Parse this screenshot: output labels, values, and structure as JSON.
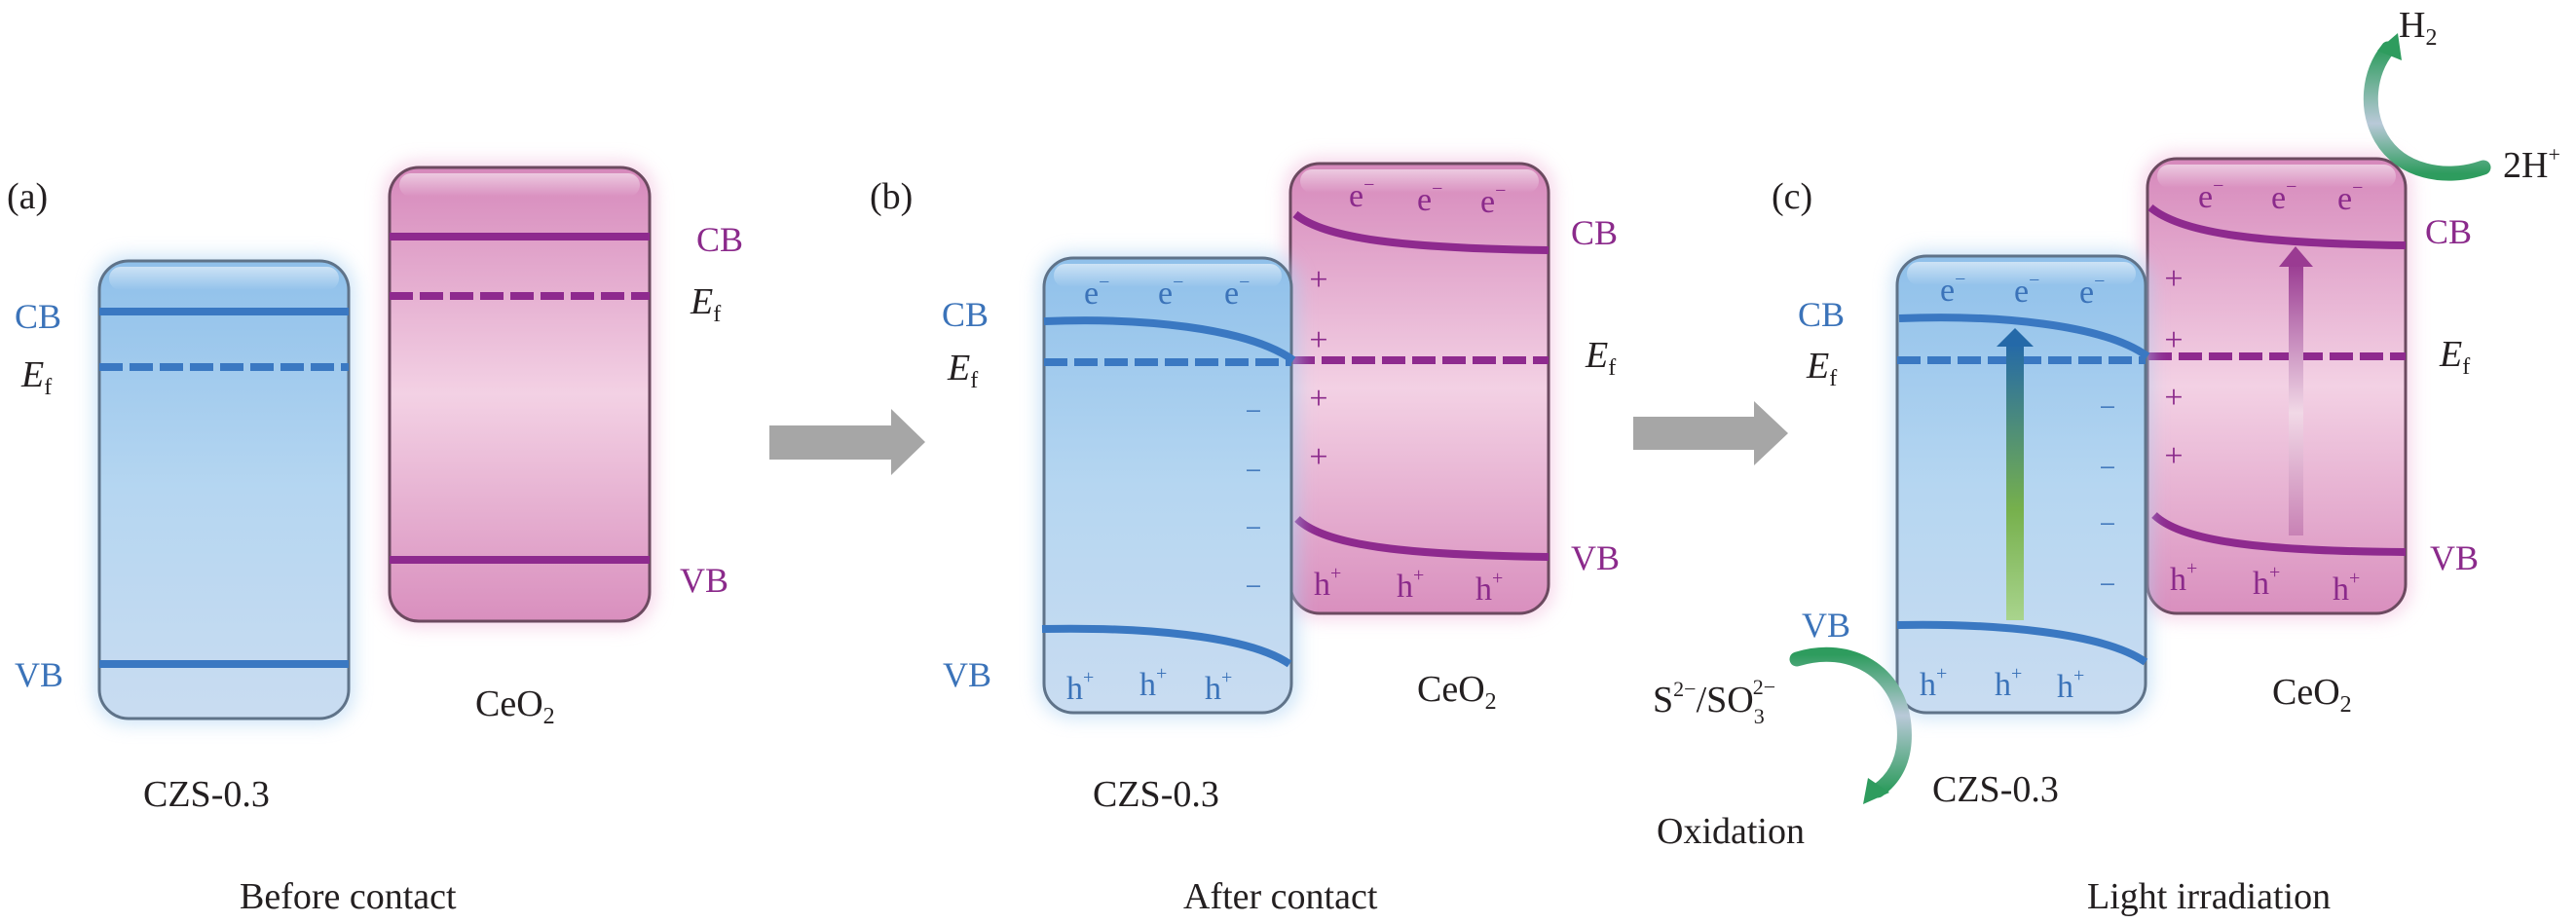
{
  "colors": {
    "czs_band": "#3a78c2",
    "ceo2_band": "#8e2a8e",
    "czs_fill_top": "#9cc8ec",
    "czs_fill_bottom": "#c7dcf2",
    "ceo2_fill_top": "#d98cbd",
    "ceo2_fill_mid": "#f2d0e3",
    "transition_arrow": "#a6a6a6",
    "reaction_arrow": "#2e9c5e"
  },
  "panels": [
    {
      "id": "a",
      "label": "(a)",
      "caption": "Before contact",
      "czs": {
        "name": "CZS-0.3",
        "cb": "CB",
        "ef_main": "E",
        "ef_sub": "f",
        "vb": "VB"
      },
      "ceo2": {
        "name_main": "CeO",
        "name_sub": "2",
        "cb": "CB",
        "ef_main": "E",
        "ef_sub": "f",
        "vb": "VB"
      }
    },
    {
      "id": "b",
      "label": "(b)",
      "caption": "After contact",
      "czs": {
        "name": "CZS-0.3",
        "cb": "CB",
        "ef_main": "E",
        "ef_sub": "f",
        "vb": "VB",
        "electrons": [
          "e",
          "e",
          "e"
        ],
        "electron_sup": "−",
        "holes": [
          "h",
          "h",
          "h"
        ],
        "hole_sup": "+",
        "interface_charges": [
          "−",
          "−",
          "−",
          "−"
        ]
      },
      "ceo2": {
        "name_main": "CeO",
        "name_sub": "2",
        "cb": "CB",
        "ef_main": "E",
        "ef_sub": "f",
        "vb": "VB",
        "electrons": [
          "e",
          "e",
          "e"
        ],
        "electron_sup": "−",
        "holes": [
          "h",
          "h",
          "h"
        ],
        "hole_sup": "+",
        "interface_charges": [
          "+",
          "+",
          "+",
          "+"
        ]
      }
    },
    {
      "id": "c",
      "label": "(c)",
      "caption": "Light irradiation",
      "czs": {
        "name": "CZS-0.3",
        "cb": "CB",
        "ef_main": "E",
        "ef_sub": "f",
        "vb": "VB",
        "electrons": [
          "e",
          "e",
          "e"
        ],
        "electron_sup": "−",
        "holes": [
          "h",
          "h",
          "h"
        ],
        "hole_sup": "+",
        "interface_charges": [
          "−",
          "−",
          "−",
          "−"
        ]
      },
      "ceo2": {
        "name_main": "CeO",
        "name_sub": "2",
        "cb": "CB",
        "ef_main": "E",
        "ef_sub": "f",
        "vb": "VB",
        "electrons": [
          "e",
          "e",
          "e"
        ],
        "electron_sup": "−",
        "holes": [
          "h",
          "h",
          "h"
        ],
        "hole_sup": "+",
        "interface_charges": [
          "+",
          "+",
          "+",
          "+"
        ]
      },
      "reduction": {
        "product_main": "H",
        "product_sub": "2",
        "reactant_main": "2H",
        "reactant_sup": "+"
      },
      "oxidation": {
        "reactant_s": "S",
        "reactant_s_sup": "2−",
        "slash": "/",
        "reactant_so": "SO",
        "reactant_so_sub": "3",
        "reactant_so_sup": "2−",
        "label": "Oxidation"
      }
    }
  ],
  "icons": {
    "transition_arrow_1": "right-arrow",
    "transition_arrow_2": "right-arrow",
    "photoexcitation_czs": "up-arrow",
    "photoexcitation_ceo2": "up-arrow",
    "reduction_arrow": "curved-arrow",
    "oxidation_arrow": "curved-arrow"
  }
}
